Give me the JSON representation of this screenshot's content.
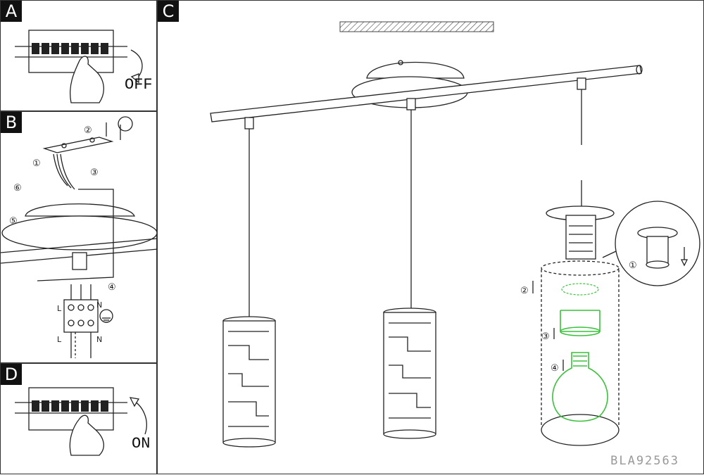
{
  "panels": {
    "a": {
      "tag": "A",
      "action": "OFF"
    },
    "b": {
      "tag": "B",
      "wire_l": "L",
      "wire_n": "N",
      "steps": [
        "①",
        "②",
        "③",
        "④",
        "⑤",
        "⑥"
      ]
    },
    "c": {
      "tag": "C",
      "steps": [
        "①",
        "②",
        "③",
        "④"
      ]
    },
    "d": {
      "tag": "D",
      "action": "ON"
    }
  },
  "model_code": "BLA92563",
  "colors": {
    "highlight": "#39c13a"
  }
}
